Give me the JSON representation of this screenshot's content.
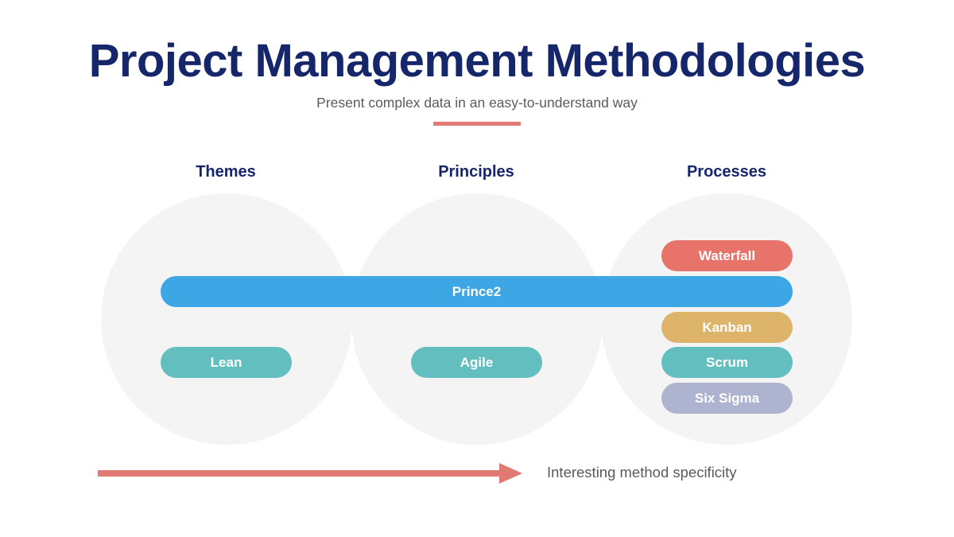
{
  "slide": {
    "title": "Project Management Methodologies",
    "subtitle": "Present complex data in an easy-to-understand way",
    "accent_color": "#E07A72",
    "title_color": "#15266B",
    "background_color": "#FFFFFF"
  },
  "columns": [
    {
      "label": "Themes"
    },
    {
      "label": "Principles"
    },
    {
      "label": "Processes"
    }
  ],
  "venn": {
    "circle_color": "#F4F4F4",
    "circle_count": 3
  },
  "methodologies": [
    {
      "label": "Prince2",
      "color": "#3DA7E5",
      "spans": [
        "Themes",
        "Principles",
        "Processes"
      ]
    },
    {
      "label": "Lean",
      "color": "#63BFBF",
      "spans": [
        "Themes"
      ]
    },
    {
      "label": "Agile",
      "color": "#63BFBF",
      "spans": [
        "Principles"
      ]
    },
    {
      "label": "Waterfall",
      "color": "#E8736B",
      "spans": [
        "Processes"
      ]
    },
    {
      "label": "Kanban",
      "color": "#DDB46A",
      "spans": [
        "Processes"
      ]
    },
    {
      "label": "Scrum",
      "color": "#63BFBF",
      "spans": [
        "Processes"
      ]
    },
    {
      "label": "Six Sigma",
      "color": "#AEB3D0",
      "spans": [
        "Processes"
      ]
    }
  ],
  "footer": {
    "caption": "Interesting method specificity",
    "arrow_color": "#E07A72",
    "arrow_direction": "right"
  }
}
